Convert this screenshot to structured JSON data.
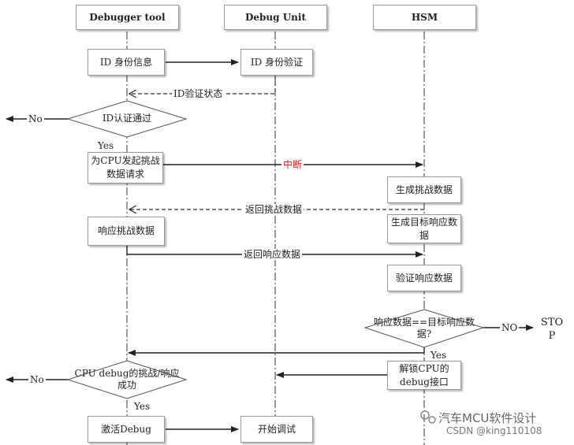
{
  "lifelines": {
    "debugger": "Debugger tool",
    "debug_unit": "Debug Unit",
    "hsm": "HSM"
  },
  "boxes": {
    "id_info": "ID 身份信息",
    "id_verify": "ID 身份验证",
    "cpu_request": "为CPU发起挑战数据请求",
    "gen_challenge": "生成挑战数据",
    "respond_challenge": "响应挑战数据",
    "gen_target": "生成目标响应数据",
    "verify_response": "验证响应数据",
    "unlock_cpu": "解锁CPU的debug接口",
    "activate_debug": "激活Debug",
    "start_debug": "开始调试"
  },
  "decisions": {
    "id_auth": "ID认证通过",
    "response_match": "响应数据==目标响应数据?",
    "cpu_debug": "CPU debug的挑战/响应成功"
  },
  "arrows": {
    "id_status": "ID验证状态",
    "interrupt": "中断",
    "return_challenge": "返回挑战数据",
    "return_response": "返回响应数据"
  },
  "branches": {
    "no1": "No",
    "yes1": "Yes",
    "no2": "NO",
    "stop": "STOP",
    "yes2": "Yes",
    "no3": "No",
    "yes3": "Yes"
  },
  "watermark": {
    "title": "汽车MCU软件设计",
    "sub": "CSDN @king110108"
  },
  "colors": {
    "interrupt": "#e02020",
    "line": "#222222"
  }
}
